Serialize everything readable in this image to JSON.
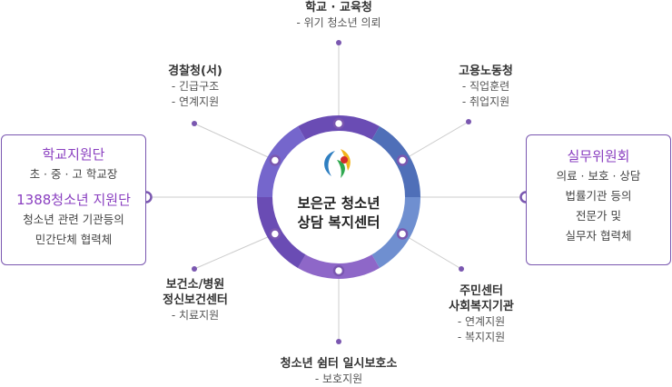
{
  "center": {
    "line1": "보은군 청소년",
    "line2": "상담 복지센터"
  },
  "colors": {
    "ring_segments": [
      "#6a4cb4",
      "#4f6fb8",
      "#6f8fd0",
      "#8e67c8",
      "#6a4cb4",
      "#7566cc"
    ],
    "accent": "#7a57b0",
    "dot": "#7a57b0",
    "line": "#cccccc"
  },
  "nodes": {
    "school": {
      "title": "학교 · 교육청",
      "items": [
        "- 위기 청소년 의뢰"
      ]
    },
    "labor": {
      "title": "고용노동청",
      "items": [
        "- 직업훈련",
        "- 취업지원"
      ]
    },
    "police": {
      "title": "경찰청(서)",
      "items": [
        "- 긴급구조",
        "- 연계지원"
      ]
    },
    "health": {
      "title1": "보건소/병원",
      "title2": "정신보건센터",
      "items": [
        "- 치료지원"
      ]
    },
    "community": {
      "title1": "주민센터",
      "title2": "사회복지기관",
      "items": [
        "- 연계지원",
        "- 복지지원"
      ]
    },
    "shelter": {
      "title": "청소년 쉼터 일시보호소",
      "items": [
        "- 보호지원"
      ]
    }
  },
  "left_box": {
    "heading1": "학교지원단",
    "line1": "초 · 중 · 고 학교장",
    "heading2": "1388청소년 지원단",
    "line2": "청소년 관련 기관등의",
    "line3": "민간단체 협력체"
  },
  "right_box": {
    "heading": "실무위원회",
    "line1": "의료 · 보호 · 상담",
    "line2": "법률기관 등의",
    "line3": "전문가 및",
    "line4": "실무자 협력체"
  }
}
